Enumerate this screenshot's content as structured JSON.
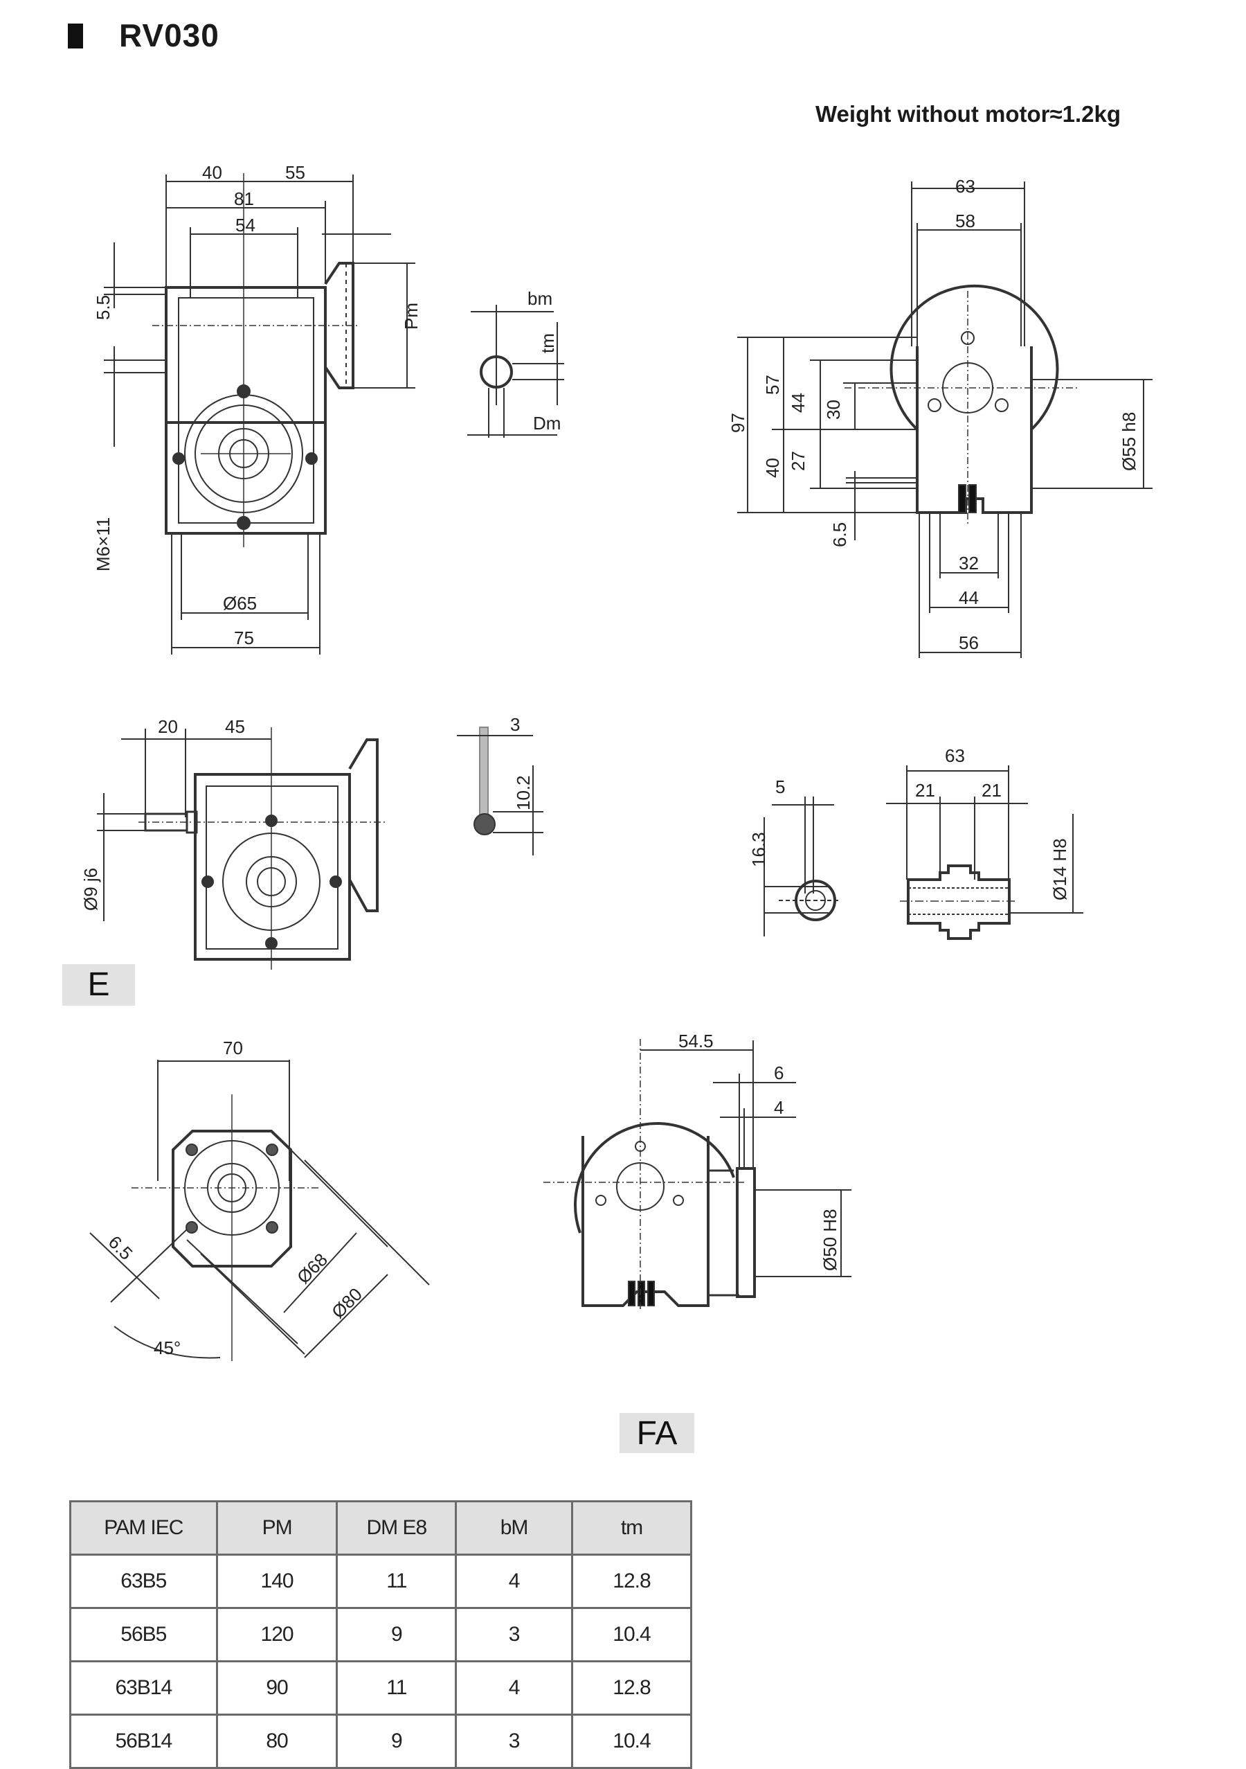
{
  "header": {
    "model": "RV030",
    "weight_note": "Weight without motor≈1.2kg"
  },
  "views": {
    "front": {
      "dims": {
        "d40": "40",
        "d55": "55",
        "d81": "81",
        "d54": "54",
        "d5_5": "5.5",
        "pm": "Pm",
        "m6x11": "M6×11",
        "d65": "Ø65",
        "d75": "75"
      }
    },
    "key_detail_input": {
      "bm": "bm",
      "tm": "tm",
      "dm": "Dm"
    },
    "side": {
      "dims": {
        "d63": "63",
        "d58": "58",
        "d97": "97",
        "d57": "57",
        "d44v": "44",
        "d30": "30",
        "d40": "40",
        "d27": "27",
        "d6_5": "6.5",
        "d55h8": "Ø55 h8",
        "d32": "32",
        "d44h": "44",
        "d56": "56"
      }
    },
    "input_shaft_E": {
      "label": "E",
      "dims": {
        "d20": "20",
        "d45": "45",
        "d9j6": "Ø9 j6"
      }
    },
    "key_detail_E": {
      "d3": "3",
      "d10_2": "10.2"
    },
    "hollow_shaft": {
      "dims": {
        "d5": "5",
        "d16_3": "16.3",
        "d63": "63",
        "d21a": "21",
        "d21b": "21",
        "d14H8": "Ø14 H8"
      }
    },
    "flange_view": {
      "dims": {
        "d70": "70",
        "d6_5": "6.5",
        "d68": "Ø68",
        "d80": "Ø80",
        "angle": "45°"
      }
    },
    "output_flange_FA": {
      "label": "FA",
      "dims": {
        "d54_5": "54.5",
        "d6": "6",
        "d4": "4",
        "d50H8": "Ø50 H8"
      }
    }
  },
  "table": {
    "headers": [
      "PAM  IEC",
      "PM",
      "DM E8",
      "bM",
      "tm"
    ],
    "rows": [
      [
        "63B5",
        "140",
        "11",
        "4",
        "12.8"
      ],
      [
        "56B5",
        "120",
        "9",
        "3",
        "10.4"
      ],
      [
        "63B14",
        "90",
        "11",
        "4",
        "12.8"
      ],
      [
        "56B14",
        "80",
        "9",
        "3",
        "10.4"
      ]
    ]
  }
}
